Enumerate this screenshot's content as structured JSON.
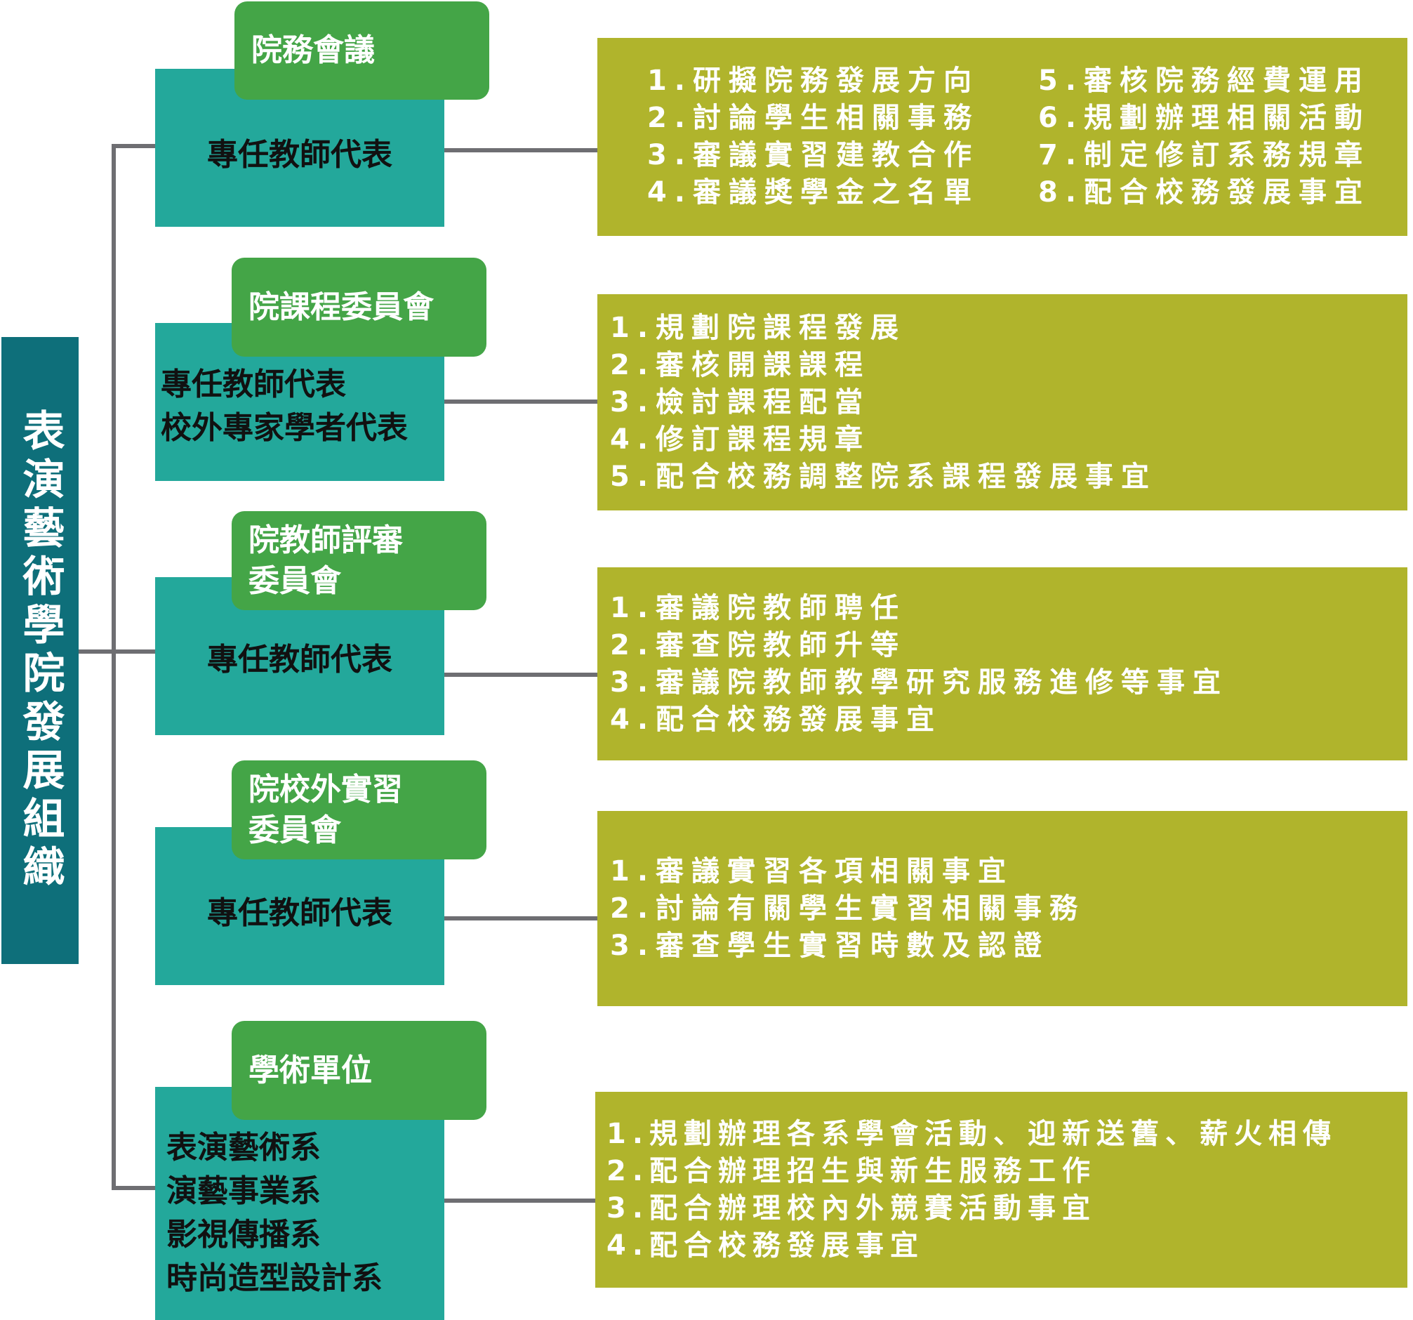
{
  "root": {
    "title": "表演藝術學院發展組織"
  },
  "colors": {
    "root": "#0e6f7a",
    "member": "#23a89b",
    "tag": "#44a547",
    "duties": "#b0b42c",
    "line": "#6e6e72"
  },
  "committees": [
    {
      "name": [
        "院務會議"
      ],
      "members": [
        "專任教師代表"
      ],
      "duties_left": [
        "1.研擬院務發展方向",
        "2.討論學生相關事務",
        "3.審議實習建教合作",
        "4.審議獎學金之名單"
      ],
      "duties_right": [
        "5.審核院務經費運用",
        "6.規劃辦理相關活動",
        "7.制定修訂系務規章",
        "8.配合校務發展事宜"
      ]
    },
    {
      "name": [
        "院課程委員會"
      ],
      "members": [
        "專任教師代表",
        "校外專家學者代表"
      ],
      "duties": [
        "1.規劃院課程發展",
        "2.審核開課課程",
        "3.檢討課程配當",
        "4.修訂課程規章",
        "5.配合校務調整院系課程發展事宜"
      ]
    },
    {
      "name": [
        "院教師評審",
        "委員會"
      ],
      "members": [
        "專任教師代表"
      ],
      "duties": [
        "1.審議院教師聘任",
        "2.審查院教師升等",
        "3.審議院教師教學研究服務進修等事宜",
        "4.配合校務發展事宜"
      ]
    },
    {
      "name": [
        "院校外實習",
        "委員會"
      ],
      "members": [
        "專任教師代表"
      ],
      "duties": [
        "1.審議實習各項相關事宜",
        "2.討論有關學生實習相關事務",
        "3.審查學生實習時數及認證"
      ]
    },
    {
      "name": [
        "學術單位"
      ],
      "members": [
        "表演藝術系",
        "演藝事業系",
        "影視傳播系",
        "時尚造型設計系"
      ],
      "duties": [
        "1.規劃辦理各系學會活動、迎新送舊、薪火相傳",
        "2.配合辦理招生與新生服務工作",
        "3.配合辦理校內外競賽活動事宜",
        "4.配合校務發展事宜"
      ]
    }
  ]
}
